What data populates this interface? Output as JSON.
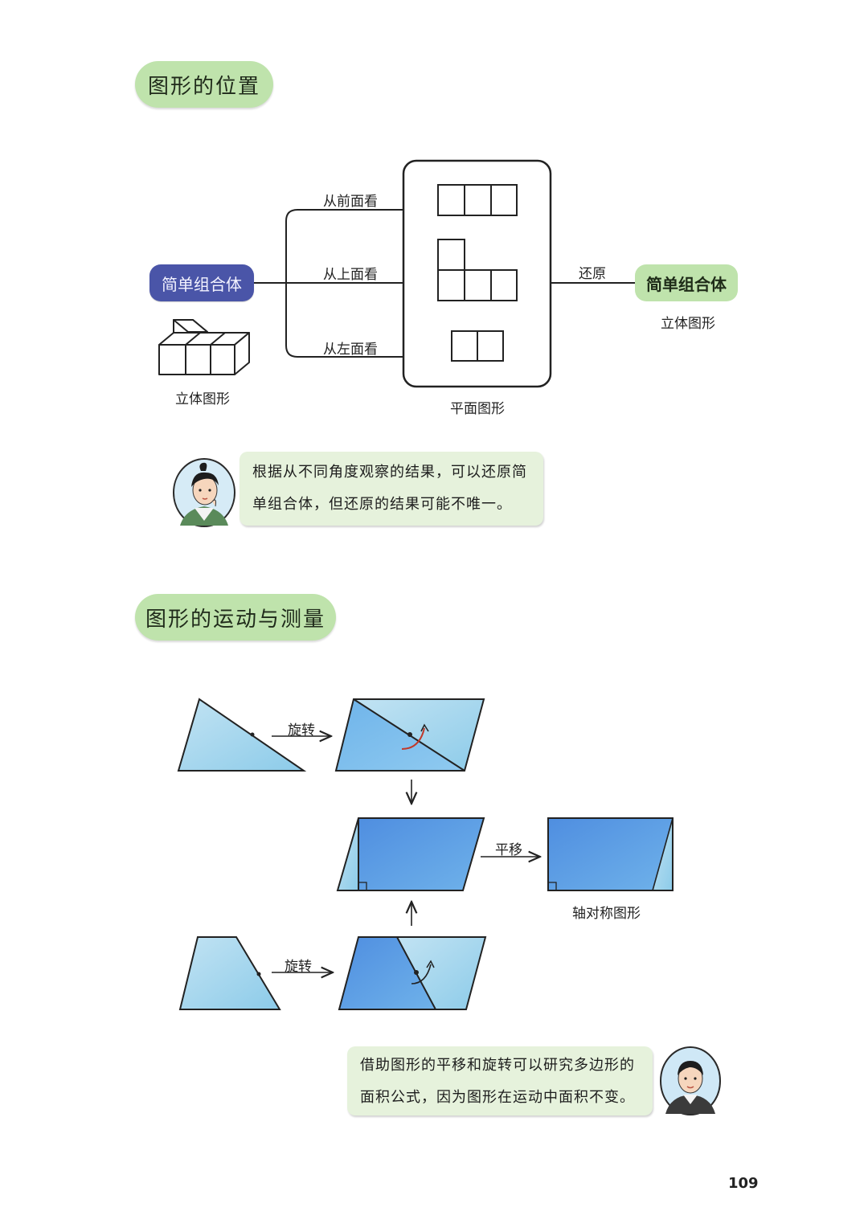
{
  "section1": {
    "title": "图形的位置",
    "solid_node": "简单组合体",
    "solid_caption": "立体图形",
    "views": {
      "front": "从前面看",
      "top": "从上面看",
      "left": "从左面看"
    },
    "plane_caption": "平面图形",
    "restore_label": "还原",
    "result_node": "简单组合体",
    "result_caption": "立体图形",
    "bubble": {
      "line1": "根据从不同角度观察的结果，可以还原简",
      "line2": "单组合体，但还原的结果可能不唯一。"
    }
  },
  "section2": {
    "title": "图形的运动与测量",
    "rotate_label_top": "旋转",
    "rotate_label_bottom": "旋转",
    "translate_label": "平移",
    "rectangle_caption": "轴对称图形",
    "bubble": {
      "line1": "借助图形的平移和旋转可以研究多边形的",
      "line2": "面积公式，因为图形在运动中面积不变。"
    }
  },
  "page_number": "109",
  "colors": {
    "pill_green": "#bfe3ac",
    "node_blue": "#4a55a8",
    "shape_light": "#a9d6ee",
    "shape_mid": "#78b6e8",
    "shape_dark": "#5c98e0",
    "bubble_bg": "#e6f2dc"
  },
  "icons": [
    "girl-avatar-icon",
    "boy-avatar-icon",
    "cube-stack-icon",
    "rotate-arrow-icon",
    "right-angle-mark-icon"
  ]
}
